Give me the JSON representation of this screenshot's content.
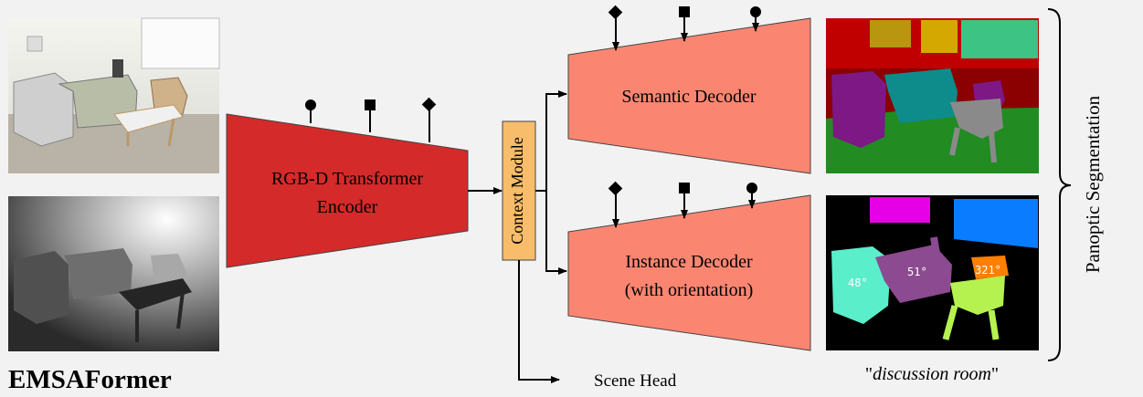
{
  "title": "EMSAFormer",
  "encoder": {
    "line1": "RGB-D Transformer",
    "line2": "Encoder"
  },
  "context_module": "Context Module",
  "semantic_decoder": "Semantic Decoder",
  "instance_decoder": {
    "line1": "Instance Decoder",
    "line2": "(with orientation)"
  },
  "scene_head": "Scene Head",
  "scene_label": "discussion room",
  "panoptic_label": "Panoptic Segmentation",
  "orientations": [
    "48°",
    "51°",
    "321°"
  ],
  "colors": {
    "encoder": "#d42a2a",
    "decoder": "#fa8672",
    "context": "#f7bd6a",
    "instance_panel": "#000000"
  }
}
